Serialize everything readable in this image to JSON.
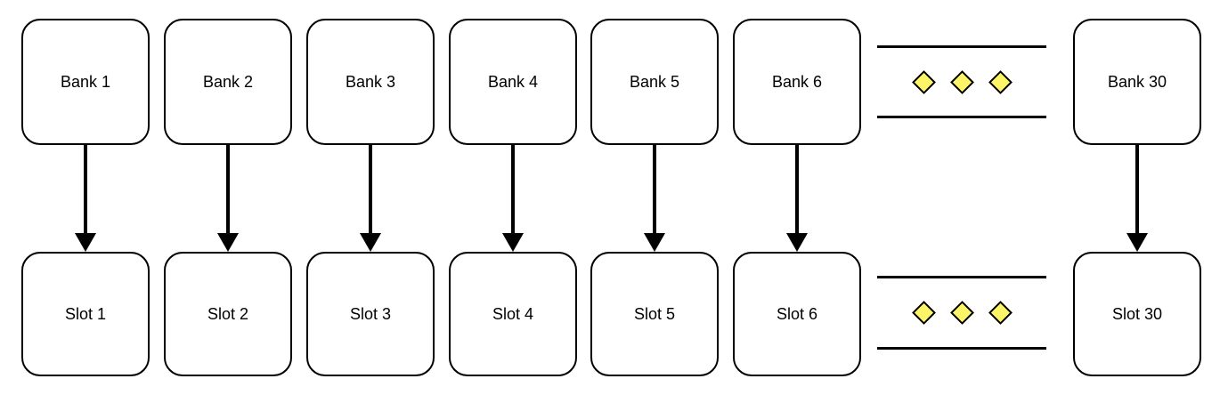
{
  "diagram": {
    "title": "",
    "colors": {
      "background": "#ffffff",
      "node_border": "#000000",
      "node_fill": "#ffffff",
      "text": "#000000",
      "diamond_fill": "#FCF567",
      "diamond_border": "#000000"
    },
    "columns": [
      {
        "bank": "Bank 1",
        "slot": "Slot 1"
      },
      {
        "bank": "Bank 2",
        "slot": "Slot 2"
      },
      {
        "bank": "Bank 3",
        "slot": "Slot 3"
      },
      {
        "bank": "Bank 4",
        "slot": "Slot 4"
      },
      {
        "bank": "Bank 5",
        "slot": "Slot 5"
      },
      {
        "bank": "Bank 6",
        "slot": "Slot 6"
      },
      {
        "bank": "Bank 30",
        "slot": "Slot 30"
      }
    ],
    "ellipsis": {
      "diamond_count_per_row": 3,
      "rows": 2
    }
  }
}
